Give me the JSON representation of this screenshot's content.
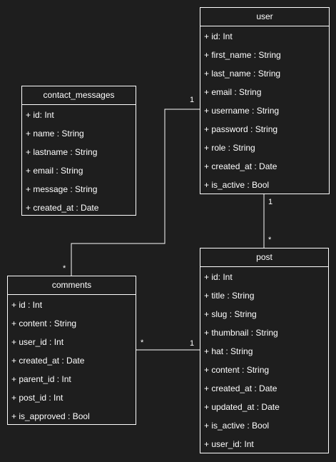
{
  "classes": {
    "user": {
      "name": "user",
      "attributes": [
        "+ id: Int",
        "+ first_name : String",
        "+ last_name : String",
        "+ email : String",
        "+ username : String",
        "+ password : String",
        "+ role : String",
        "+ created_at : Date",
        "+ is_active : Bool"
      ]
    },
    "contact_messages": {
      "name": "contact_messages",
      "attributes": [
        "+ id: Int",
        "+ name : String",
        "+ lastname : String",
        "+ email : String",
        "+ message : String",
        "+ created_at : Date"
      ]
    },
    "comments": {
      "name": "comments",
      "attributes": [
        "+ id : Int",
        "+ content : String",
        "+ user_id : Int",
        "+ created_at : Date",
        "+ parent_id : Int",
        "+ post_id : Int",
        "+ is_approved : Bool"
      ]
    },
    "post": {
      "name": "post",
      "attributes": [
        "+ id: Int",
        "+ title : String",
        "+ slug : String",
        "+ thumbnail : String",
        "+ hat : String",
        "+ content : String",
        "+ created_at : Date",
        "+ updated_at : Date",
        "+ is_active : Bool",
        "+ user_id: Int"
      ]
    }
  },
  "relations": {
    "user_comments": {
      "from_mult": "1",
      "to_mult": "*"
    },
    "user_post": {
      "from_mult": "1",
      "to_mult": "*"
    },
    "comments_post": {
      "from_mult": "*",
      "to_mult": "1"
    }
  }
}
